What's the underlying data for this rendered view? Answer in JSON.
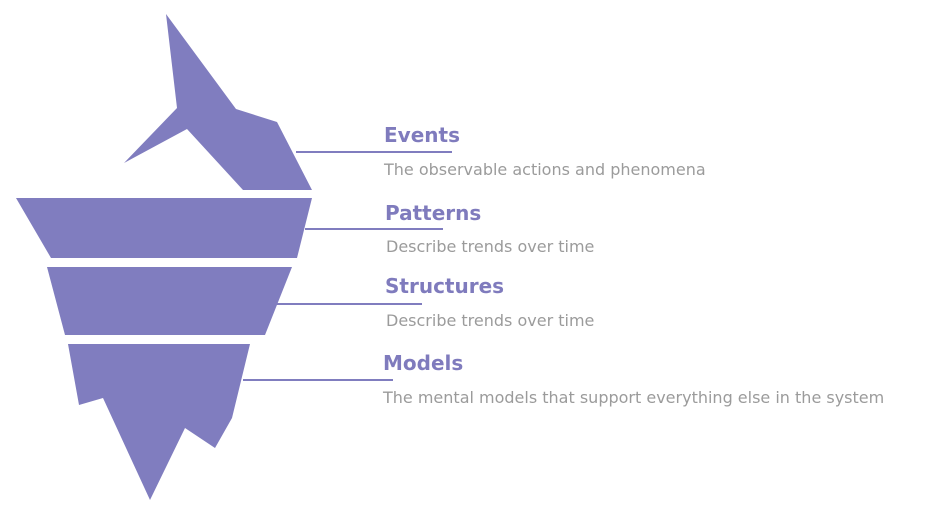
{
  "colors": {
    "iceberg": "#807dbf",
    "connector": "#807dbf",
    "title": "#7f7bbd",
    "description": "#9b9b9b"
  },
  "layers": [
    {
      "title": "Events",
      "description": "The observable actions and phenomena"
    },
    {
      "title": "Patterns",
      "description": "Describe trends over time"
    },
    {
      "title": "Structures",
      "description": "Describe trends over time"
    },
    {
      "title": "Models",
      "description": "The mental models that support everything else in the system"
    }
  ]
}
